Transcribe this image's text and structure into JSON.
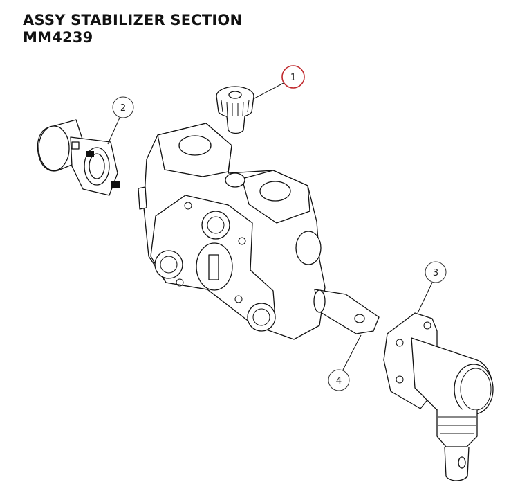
{
  "title": {
    "line1": "ASSY STABILIZER SECTION",
    "line2": "MM4239"
  },
  "callouts": [
    {
      "id": 1,
      "label": "1",
      "highlight": true
    },
    {
      "id": 2,
      "label": "2",
      "highlight": false
    },
    {
      "id": 3,
      "label": "3",
      "highlight": false
    },
    {
      "id": 4,
      "label": "4",
      "highlight": false
    }
  ],
  "colors": {
    "highlight": "#c0282c",
    "line": "#111111"
  }
}
